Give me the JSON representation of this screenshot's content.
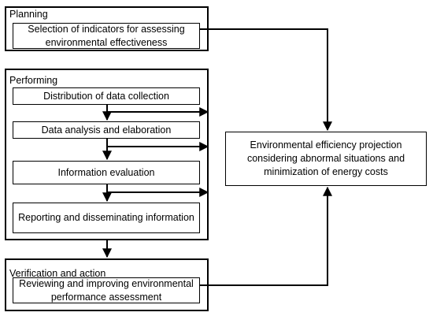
{
  "planning": {
    "title": "Planning",
    "step": "Selection of indicators for assessing\nenvironmental effectiveness"
  },
  "performing": {
    "title": "Performing",
    "steps": [
      "Distribution of data collection",
      "Data analysis and elaboration",
      "Information evaluation",
      "Reporting and disseminating information"
    ]
  },
  "verification": {
    "title": "Verification and action",
    "step": "Reviewing and improving environmental\nperformance assessment"
  },
  "outcome": {
    "text": "Environmental efficiency projection\nconsidering abnormal situations and\nminimization of energy costs"
  }
}
